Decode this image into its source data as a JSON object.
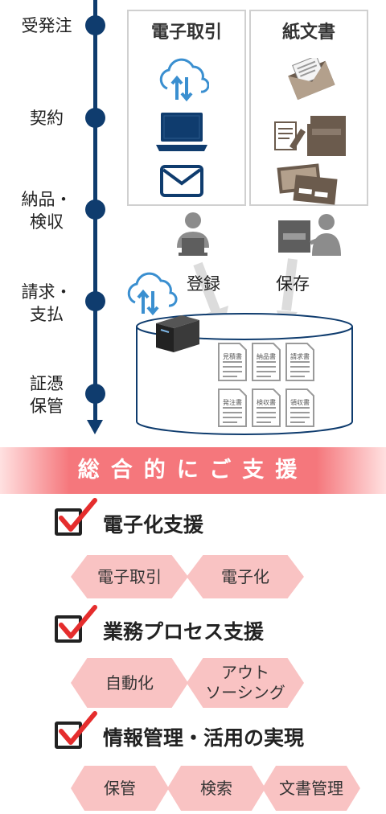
{
  "timeline": {
    "steps": [
      {
        "lines": [
          "受発注"
        ]
      },
      {
        "lines": [
          "契約"
        ]
      },
      {
        "lines": [
          "納品・",
          "検収"
        ]
      },
      {
        "lines": [
          "請求・",
          "支払"
        ]
      },
      {
        "lines": [
          "証憑",
          "保管"
        ]
      }
    ]
  },
  "comparison": {
    "electronic_title": "電子取引",
    "paper_title": "紙文書"
  },
  "actions": {
    "register_label": "登録",
    "store_label": "保存"
  },
  "documents": [
    "見積書",
    "納品書",
    "請求書",
    "発注書",
    "検収書",
    "領収書"
  ],
  "banner": {
    "text": "総合的にご支援"
  },
  "support": [
    {
      "heading": "電子化支援",
      "tags": [
        [
          "電子取引"
        ],
        [
          "電子化"
        ]
      ]
    },
    {
      "heading": "業務プロセス支援",
      "tags": [
        [
          "自動化"
        ],
        [
          "アウト",
          "ソーシング"
        ]
      ]
    },
    {
      "heading": "情報管理・活用の実現",
      "tags": [
        [
          "保管"
        ],
        [
          "検索"
        ],
        [
          "文書管理"
        ]
      ]
    }
  ],
  "colors": {
    "navy": "#0f3c6e",
    "accent": "#f5777c",
    "tag": "#f9c3c3",
    "check": "#e52d2d"
  }
}
